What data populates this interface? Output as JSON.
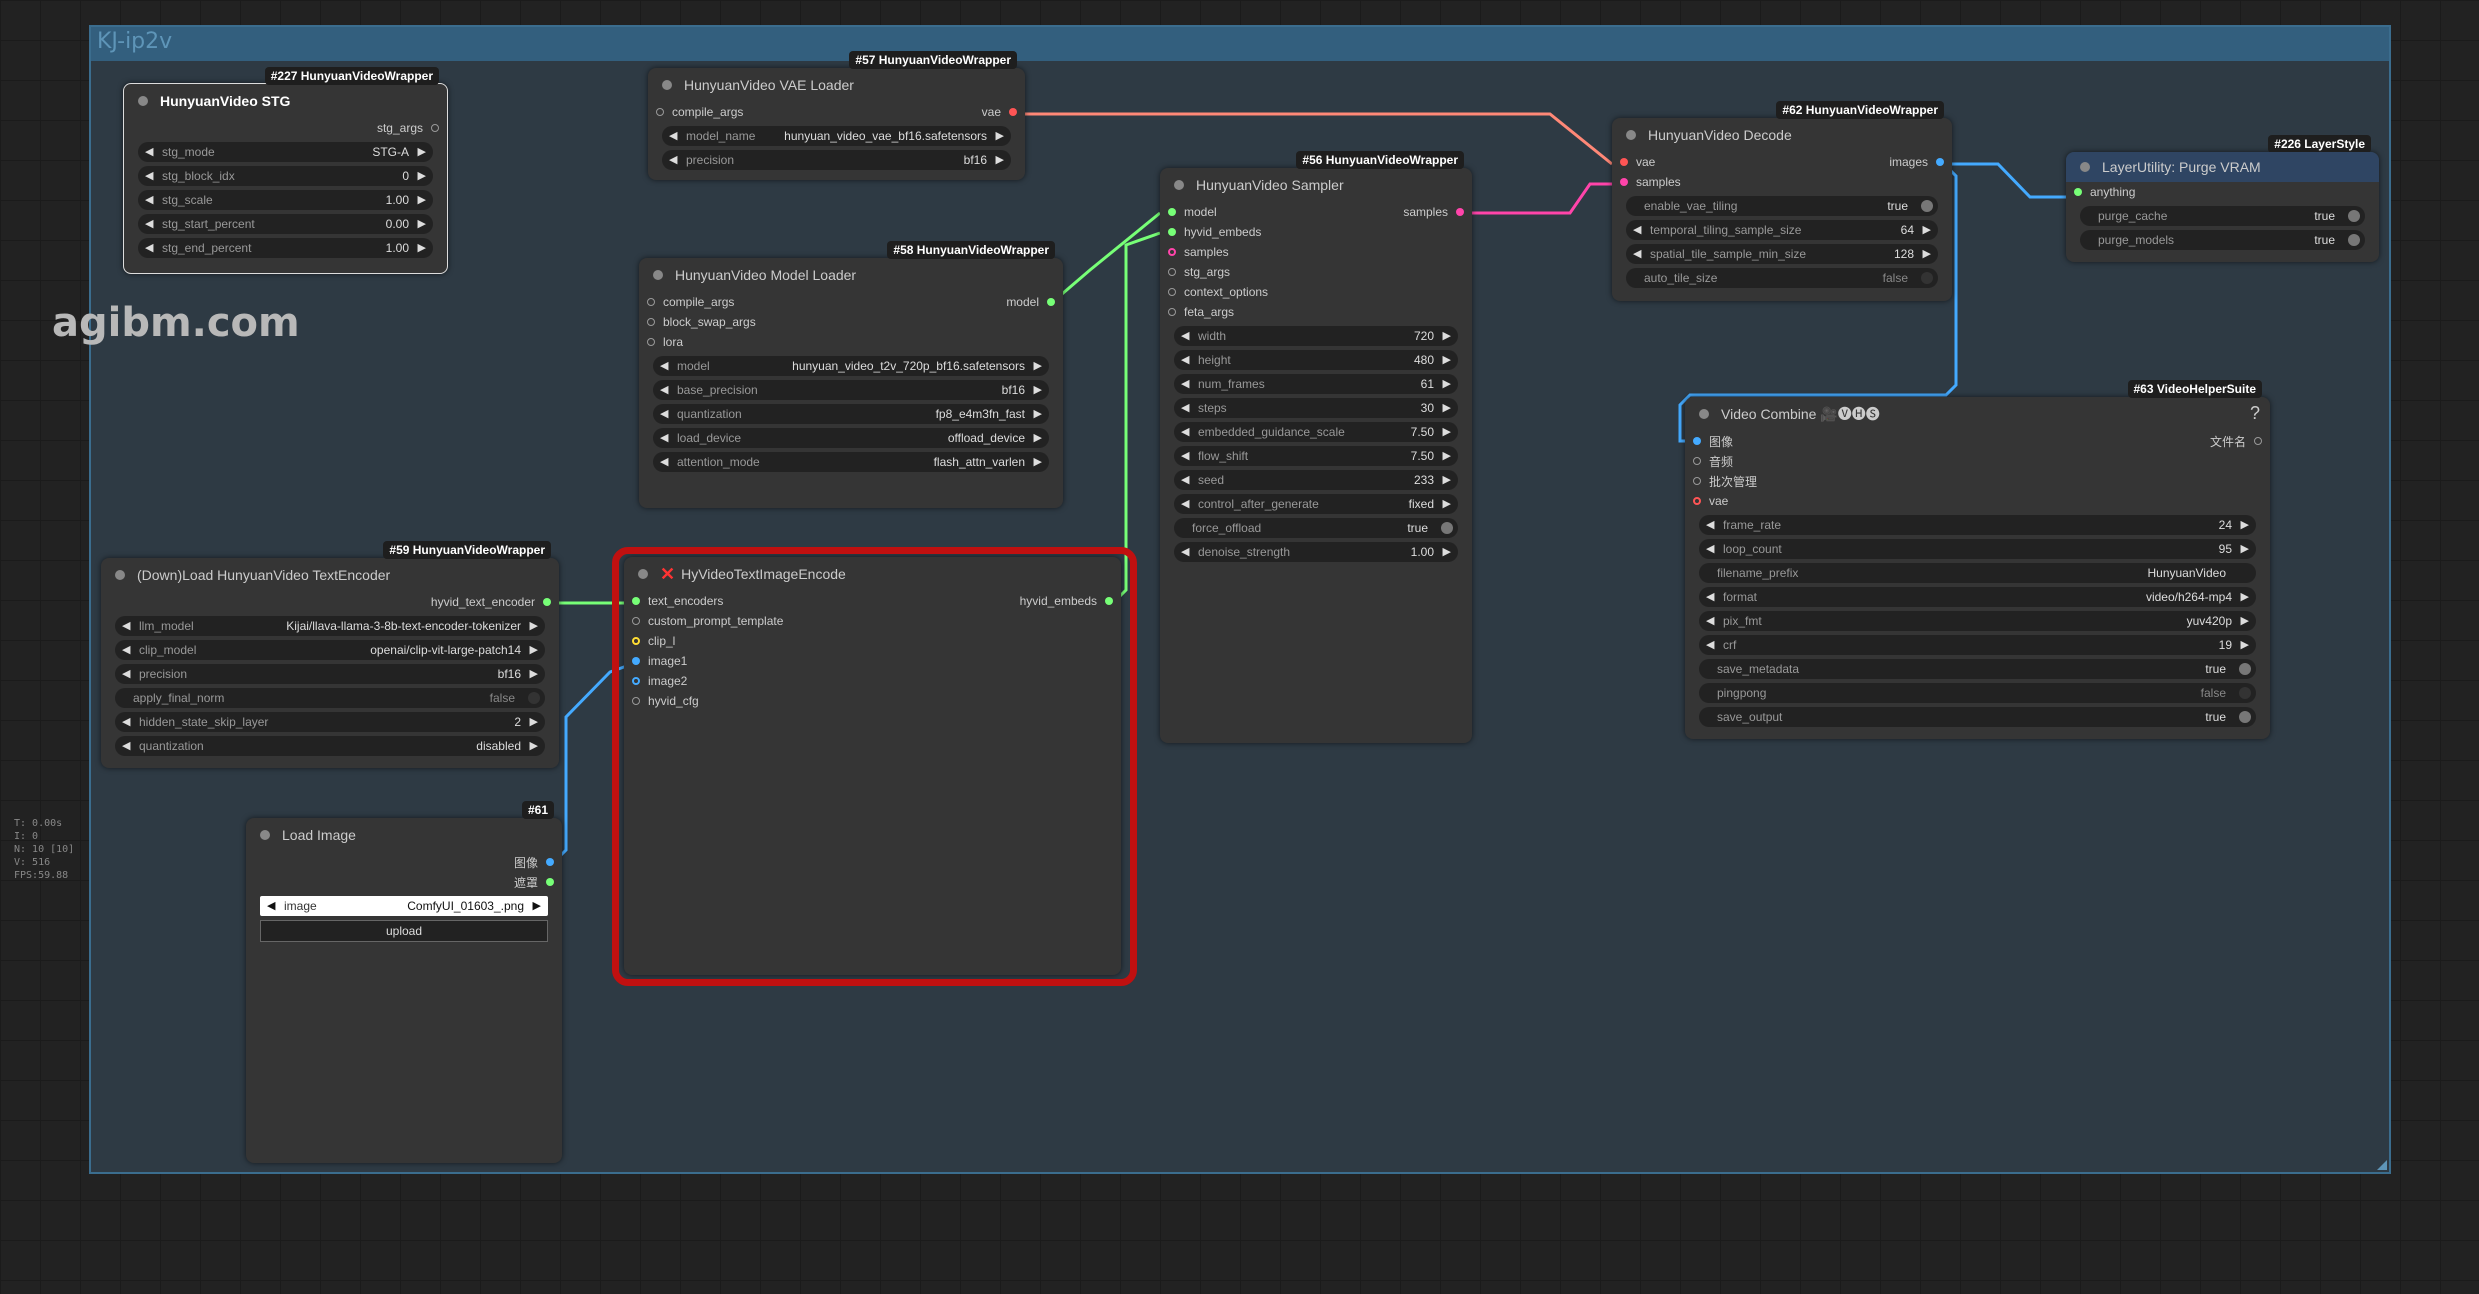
{
  "group": {
    "title": "KJ-ip2v"
  },
  "watermark": "agibm.com",
  "stats": [
    "T: 0.00s",
    "I: 0",
    "N: 10 [10]",
    "V: 516",
    "FPS:59.88"
  ],
  "colors": {
    "model": "#77ff77",
    "samples": "#ff44aa",
    "vae": "#ff5555",
    "image": "#44aaff",
    "highlight": "#c01010"
  },
  "nodes": {
    "stg": {
      "badge": "#227 HunyuanVideoWrapper",
      "title": "HunyuanVideo STG",
      "outputs": [
        "stg_args"
      ],
      "widgets": [
        [
          "stg_mode",
          "STG-A"
        ],
        [
          "stg_block_idx",
          "0"
        ],
        [
          "stg_scale",
          "1.00"
        ],
        [
          "stg_start_percent",
          "0.00"
        ],
        [
          "stg_end_percent",
          "1.00"
        ]
      ]
    },
    "vae_loader": {
      "badge": "#57 HunyuanVideoWrapper",
      "title": "HunyuanVideo VAE Loader",
      "inputs": [
        "compile_args"
      ],
      "outputs": [
        "vae"
      ],
      "widgets": [
        [
          "model_name",
          "hunyuan_video_vae_bf16.safetensors"
        ],
        [
          "precision",
          "bf16"
        ]
      ]
    },
    "model_loader": {
      "badge": "#58 HunyuanVideoWrapper",
      "title": "HunyuanVideo Model Loader",
      "inputs": [
        "compile_args",
        "block_swap_args",
        "lora"
      ],
      "outputs": [
        "model"
      ],
      "widgets": [
        [
          "model",
          "hunyuan_video_t2v_720p_bf16.safetensors"
        ],
        [
          "base_precision",
          "bf16"
        ],
        [
          "quantization",
          "fp8_e4m3fn_fast"
        ],
        [
          "load_device",
          "offload_device"
        ],
        [
          "attention_mode",
          "flash_attn_varlen"
        ]
      ]
    },
    "text_encoder": {
      "badge": "#59 HunyuanVideoWrapper",
      "title": "(Down)Load HunyuanVideo TextEncoder",
      "outputs": [
        "hyvid_text_encoder"
      ],
      "widgets": [
        [
          "llm_model",
          "Kijai/llava-llama-3-8b-text-encoder-tokenizer"
        ],
        [
          "clip_model",
          "openai/clip-vit-large-patch14"
        ],
        [
          "precision",
          "bf16"
        ],
        [
          "apply_final_norm",
          "false"
        ],
        [
          "hidden_state_skip_layer",
          "2"
        ],
        [
          "quantization",
          "disabled"
        ]
      ]
    },
    "text_image_encode": {
      "title": "HyVideoTextImageEncode",
      "error_icon": "✕",
      "inputs": [
        "text_encoders",
        "custom_prompt_template",
        "clip_l",
        "image1",
        "image2",
        "hyvid_cfg"
      ],
      "outputs": [
        "hyvid_embeds"
      ]
    },
    "load_image": {
      "badge": "#61",
      "title": "Load Image",
      "outputs": [
        "图像",
        "遮罩"
      ],
      "widgets": [
        [
          "image",
          "ComfyUI_01603_.png"
        ]
      ],
      "button": "upload"
    },
    "sampler": {
      "badge": "#56 HunyuanVideoWrapper",
      "title": "HunyuanVideo Sampler",
      "inputs": [
        "model",
        "hyvid_embeds",
        "samples",
        "stg_args",
        "context_options",
        "feta_args"
      ],
      "outputs": [
        "samples"
      ],
      "widgets": [
        [
          "width",
          "720"
        ],
        [
          "height",
          "480"
        ],
        [
          "num_frames",
          "61"
        ],
        [
          "steps",
          "30"
        ],
        [
          "embedded_guidance_scale",
          "7.50"
        ],
        [
          "flow_shift",
          "7.50"
        ],
        [
          "seed",
          "233"
        ],
        [
          "control_after_generate",
          "fixed"
        ],
        [
          "force_offload",
          "true"
        ],
        [
          "denoise_strength",
          "1.00"
        ]
      ]
    },
    "decode": {
      "badge": "#62 HunyuanVideoWrapper",
      "title": "HunyuanVideo Decode",
      "inputs": [
        "vae",
        "samples"
      ],
      "outputs": [
        "images"
      ],
      "widgets": [
        [
          "enable_vae_tiling",
          "true"
        ],
        [
          "temporal_tiling_sample_size",
          "64"
        ],
        [
          "spatial_tile_sample_min_size",
          "128"
        ],
        [
          "auto_tile_size",
          "false"
        ]
      ]
    },
    "purge": {
      "badge": "#226 LayerStyle",
      "title": "LayerUtility: Purge VRAM",
      "inputs": [
        "anything"
      ],
      "widgets": [
        [
          "purge_cache",
          "true"
        ],
        [
          "purge_models",
          "true"
        ]
      ]
    },
    "video_combine": {
      "badge": "#63 VideoHelperSuite",
      "title": "Video Combine 🎥🅥🅗🅢",
      "help": "?",
      "inputs": [
        "图像",
        "音频",
        "批次管理",
        "vae"
      ],
      "outputs": [
        "文件名"
      ],
      "widgets": [
        [
          "frame_rate",
          "24"
        ],
        [
          "loop_count",
          "95"
        ],
        [
          "filename_prefix",
          "HunyuanVideo"
        ],
        [
          "format",
          "video/h264-mp4"
        ],
        [
          "pix_fmt",
          "yuv420p"
        ],
        [
          "crf",
          "19"
        ],
        [
          "save_metadata",
          "true"
        ],
        [
          "pingpong",
          "false"
        ],
        [
          "save_output",
          "true"
        ]
      ]
    }
  }
}
